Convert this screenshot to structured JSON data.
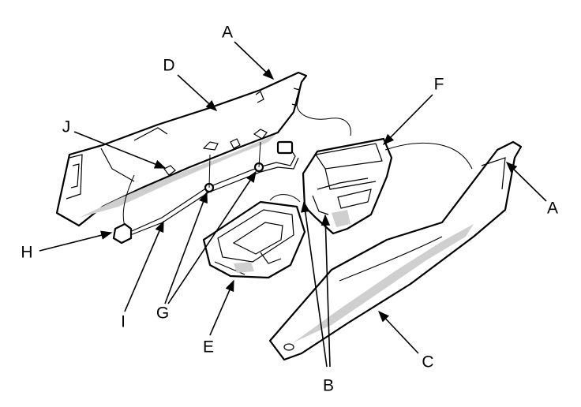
{
  "labels": {
    "a_top": "A",
    "a_right": "A",
    "b": "B",
    "c": "C",
    "d": "D",
    "e": "E",
    "f": "F",
    "g": "G",
    "h": "H",
    "i": "I",
    "j": "J"
  }
}
